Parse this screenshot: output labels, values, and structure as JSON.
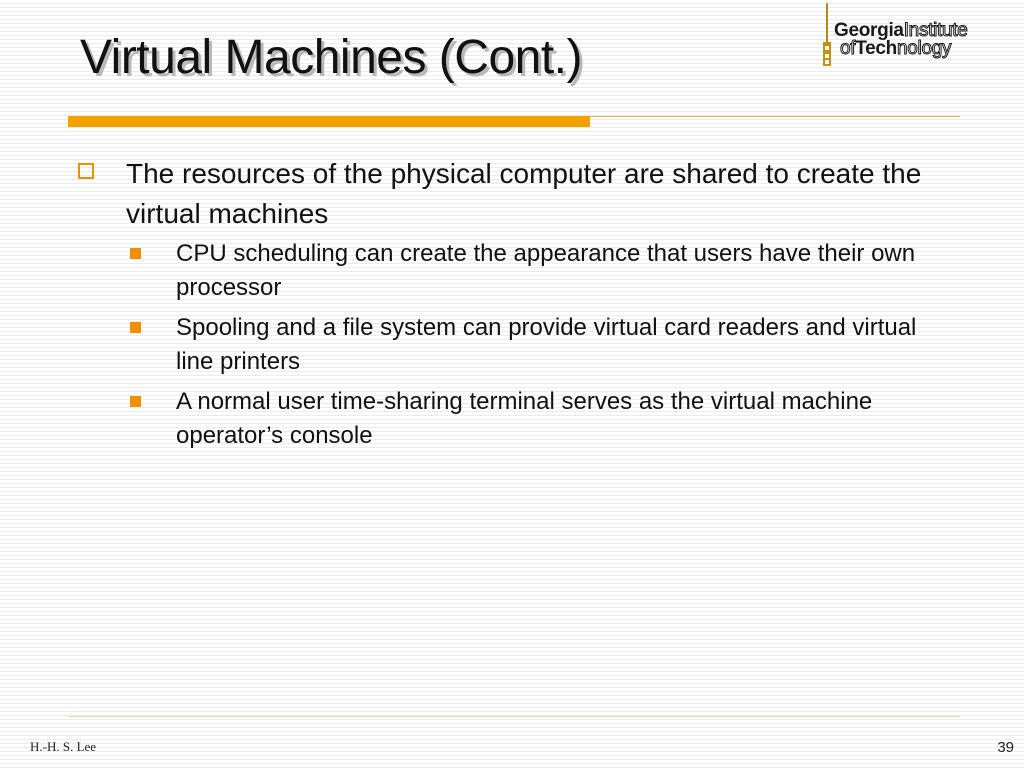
{
  "slide": {
    "title": "Virtual Machines (Cont.)",
    "logo": {
      "word_georgia": "Georgia",
      "word_institute": "Institute",
      "word_of": "of",
      "word_tech": "Tech",
      "word_nology": "nology"
    },
    "bullets": [
      {
        "text": "The resources of the physical computer are shared to create the virtual machines",
        "sub": [
          "CPU scheduling can create the appearance that users have their own processor",
          "Spooling and a file system can provide virtual card readers and virtual line printers",
          "A normal user time-sharing terminal serves as the virtual machine operator’s console"
        ]
      }
    ],
    "footer": {
      "author": "H.-H. S. Lee",
      "page_number": "39"
    },
    "colors": {
      "accent": "#f5a100",
      "bullet_marker": "#f09000"
    }
  }
}
